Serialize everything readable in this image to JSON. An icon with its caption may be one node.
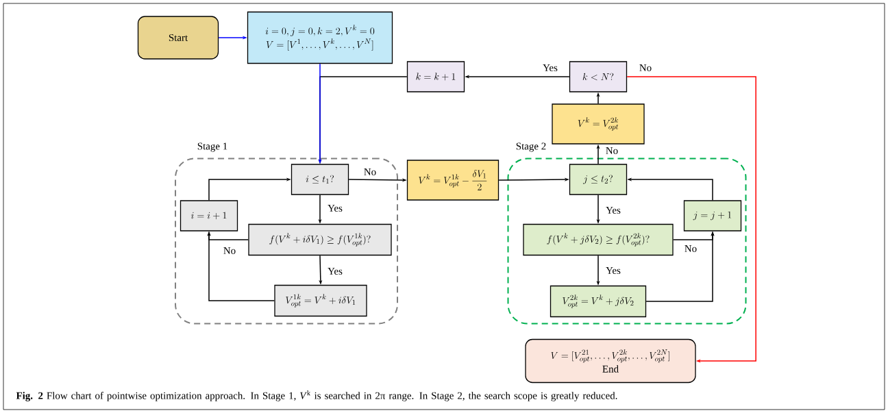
{
  "diagram": {
    "caption": "**Fig. 2** Flow chart of pointwise optimization approach. In Stage 1, *V*$^{k}$ is searched in 2π range. In Stage 2, the search scope is greatly reduced.",
    "nodes": [
      {
        "text": [
          "Start"
        ]
      },
      {
        "text": [
          "i = 0, j = 0, k = 2, V^{k} = 0",
          "V = [V^{1}, \\ldots, V^{k}, \\ldots, V^{N}]"
        ]
      },
      {
        "text": [
          "k = k + 1"
        ]
      },
      {
        "text": [
          "k < N?"
        ]
      },
      {
        "text": [
          "Stage 1"
        ]
      },
      {
        "text": [
          "i \\leq t_{1}?"
        ],
        "in": 4
      },
      {
        "text": [
          "i = i + 1"
        ],
        "in": 4
      },
      {
        "text": [
          "f(V^{k} + i\\delta V_{1}) \\geq f(V^{1k}_{opt})?"
        ],
        "in": 4
      },
      {
        "text": [
          "V^{1k}_{opt} = V^{k} + i\\delta V_{1}"
        ],
        "in": 4
      },
      {
        "text": [
          "V^{k} = V^{1k}_{opt} - \\frac{\\delta V_{1}}{2}"
        ]
      },
      {
        "text": [
          "V^{k} = V^{2k}_{opt}"
        ]
      },
      {
        "text": [
          "Stage 2"
        ]
      },
      {
        "text": [
          "j \\leq t_{2}?"
        ],
        "in": 11
      },
      {
        "text": [
          "j = j + 1"
        ],
        "in": 11
      },
      {
        "text": [
          "f(V^{k} + j\\delta V_{2}) \\geq f(V^{2k}_{opt})?"
        ],
        "in": 11
      },
      {
        "text": [
          "V^{2k}_{opt} = V^{k} + j\\delta V_{2}"
        ],
        "in": 11
      },
      {
        "text": [
          "V = [V^{21}_{opt}, \\ldots, V^{2k}_{opt}, \\ldots, V^{2N}_{opt}]",
          "End"
        ]
      }
    ],
    "edges": [
      {
        "from": 0,
        "to": 1,
        "arrow": "to",
        "color": "#0000ff"
      },
      {
        "from": 1,
        "to": 5,
        "arrow": "to",
        "color": "#0000ff"
      },
      {
        "from": 2,
        "to": 5,
        "arrow": "to"
      },
      {
        "from": 3,
        "to": 2,
        "arrow": "to",
        "label": "Yes"
      },
      {
        "from": 3,
        "to": 16,
        "arrow": "to",
        "label": "No",
        "color": "#ff0000"
      },
      {
        "from": 5,
        "to": 9,
        "arrow": "to",
        "label": "No"
      },
      {
        "from": 5,
        "to": 7,
        "arrow": "to",
        "label": "Yes"
      },
      {
        "from": 7,
        "to": 8,
        "arrow": "to",
        "label": "Yes"
      },
      {
        "from": 7,
        "to": 6,
        "arrow": "to",
        "label": "No"
      },
      {
        "from": 8,
        "to": 6,
        "arrow": "to"
      },
      {
        "from": 6,
        "to": 5,
        "arrow": "to"
      },
      {
        "from": 9,
        "to": 12,
        "arrow": "to"
      },
      {
        "from": 12,
        "to": 10,
        "arrow": "to",
        "label": "No"
      },
      {
        "from": 10,
        "to": 3,
        "arrow": "to"
      },
      {
        "from": 12,
        "to": 14,
        "arrow": "to",
        "label": "Yes"
      },
      {
        "from": 14,
        "to": 15,
        "arrow": "to",
        "label": "Yes"
      },
      {
        "from": 14,
        "to": 13,
        "arrow": "to",
        "label": "No"
      },
      {
        "from": 15,
        "to": 13,
        "arrow": "to"
      },
      {
        "from": 13,
        "to": 12,
        "arrow": "to"
      }
    ]
  }
}
